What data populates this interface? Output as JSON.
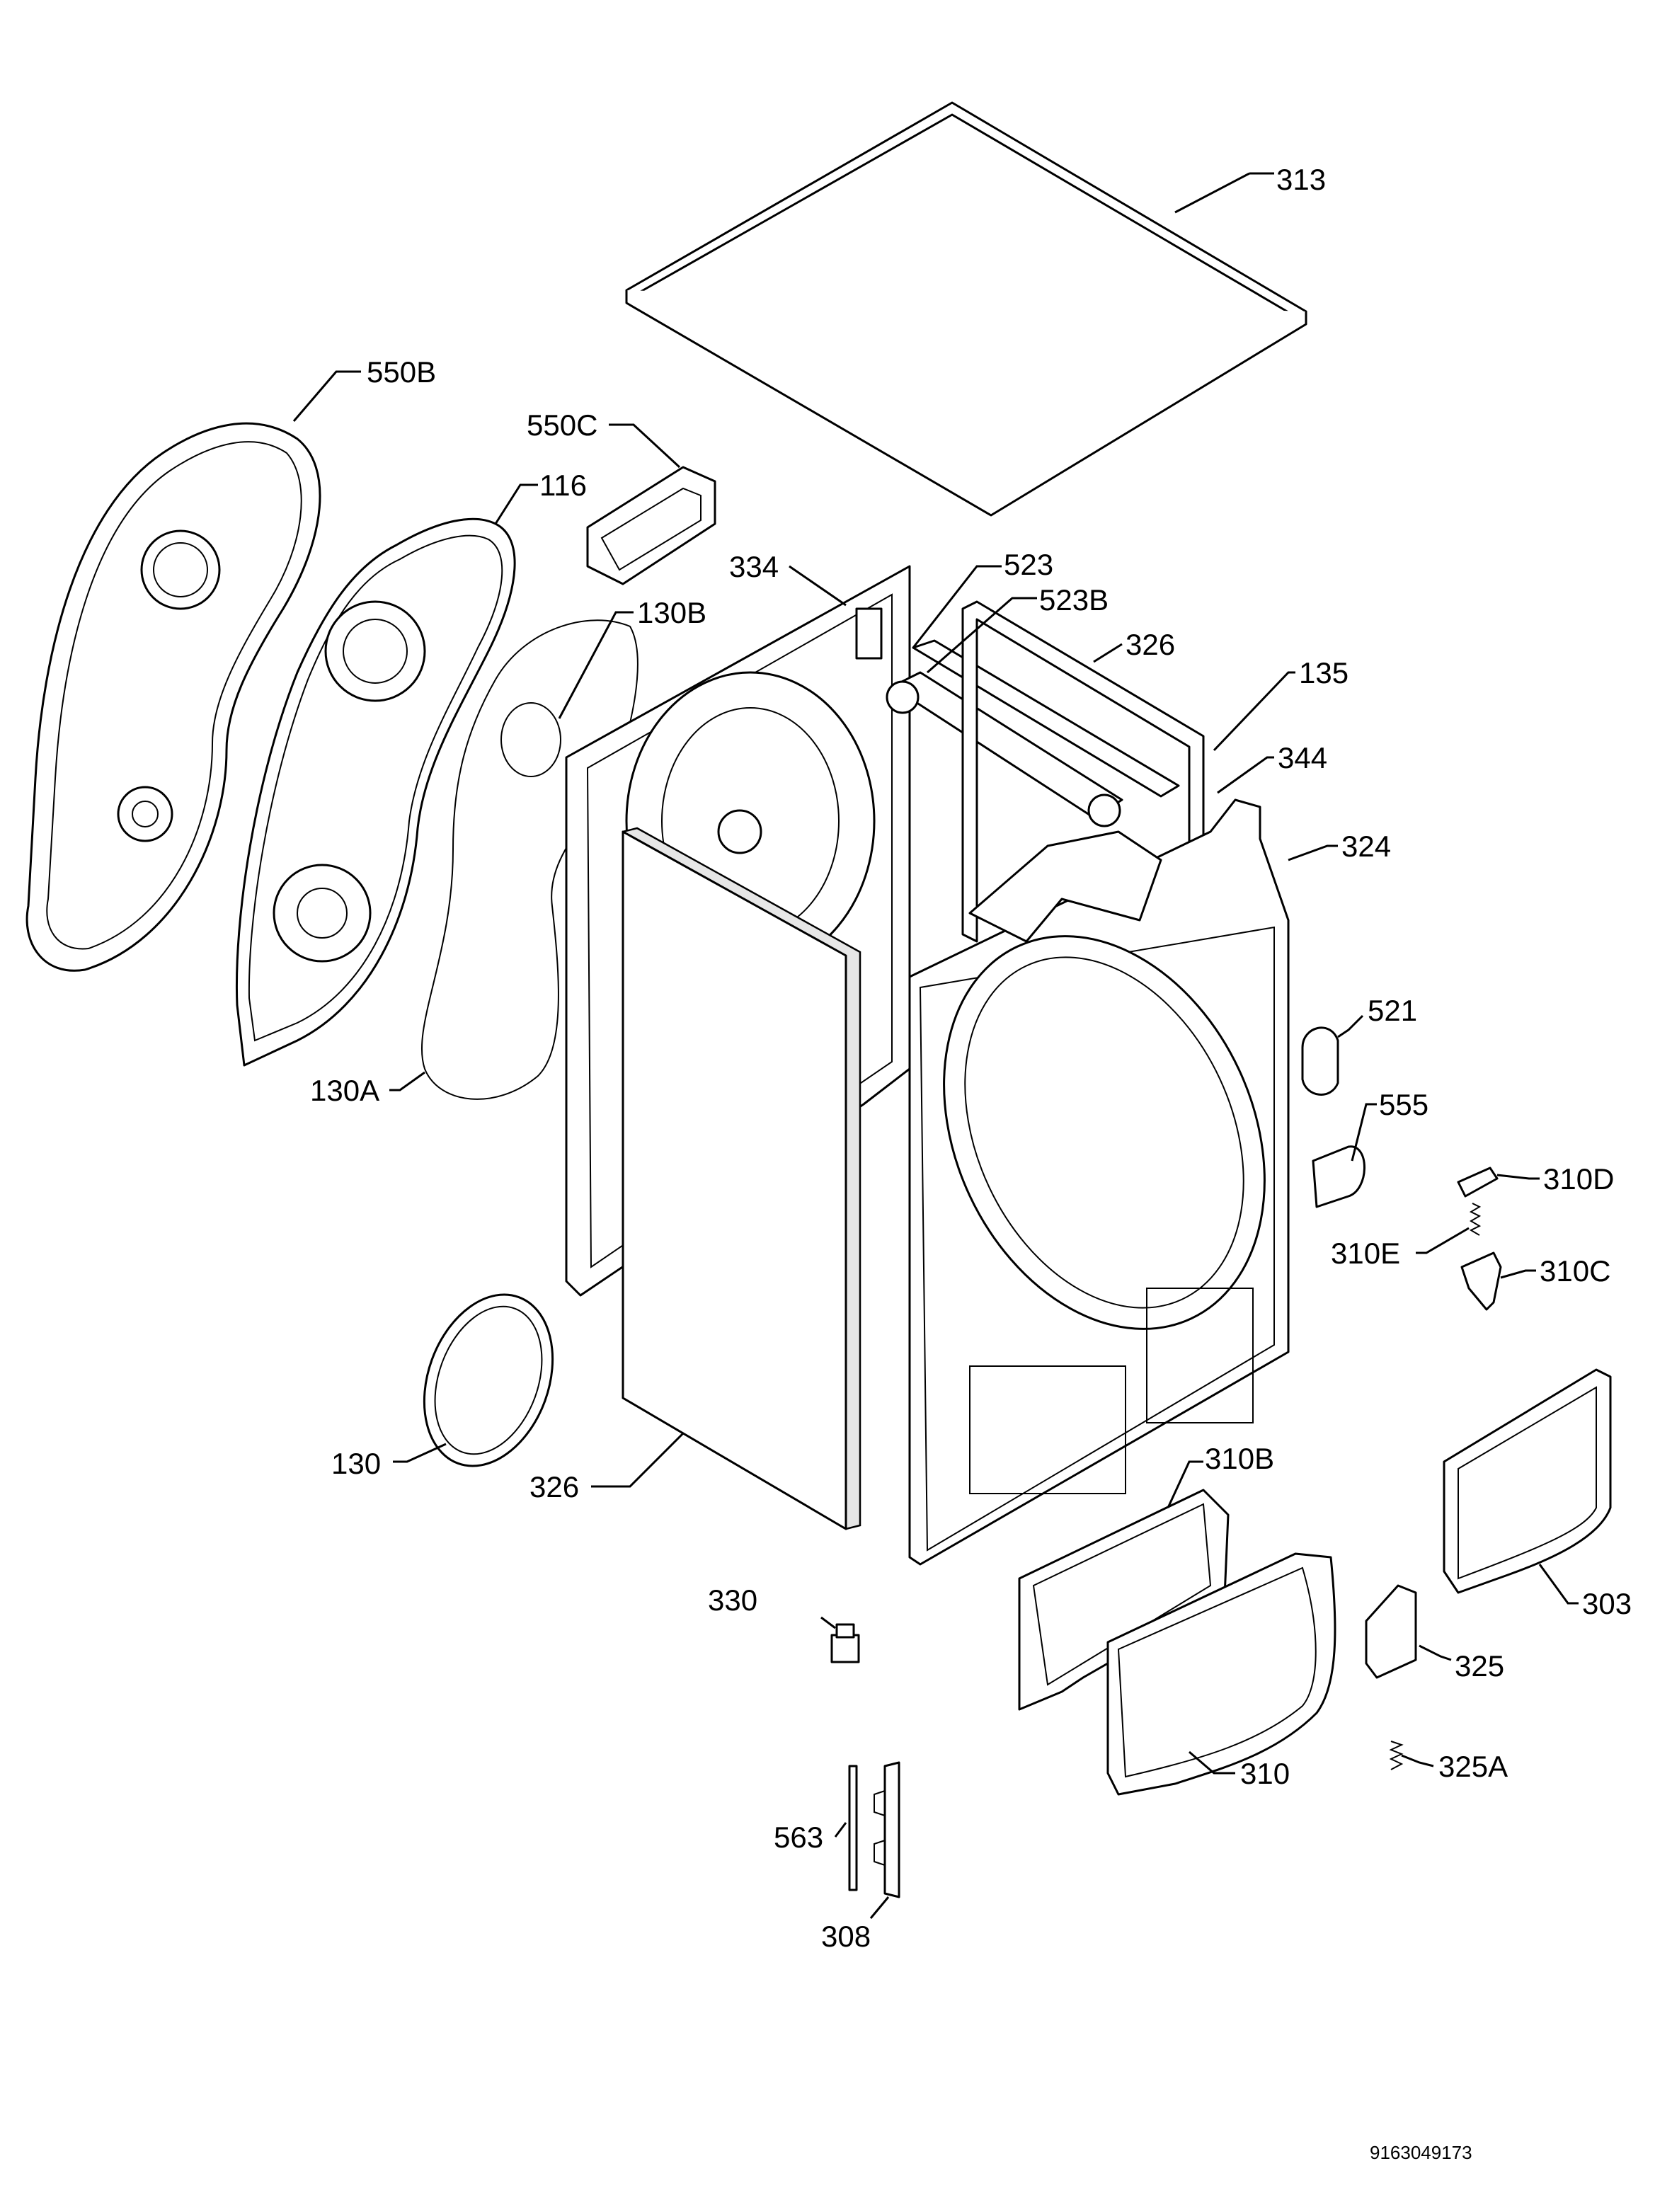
{
  "callouts": {
    "p313": "313",
    "p550B": "550B",
    "p550C": "550C",
    "p116": "116",
    "p334": "334",
    "p523": "523",
    "p523B": "523B",
    "p130B": "130B",
    "p326_top": "326",
    "p135": "135",
    "p344": "344",
    "p324": "324",
    "p521": "521",
    "p555": "555",
    "p310D": "310D",
    "p310E": "310E",
    "p310C": "310C",
    "p130A": "130A",
    "p130": "130",
    "p326_side": "326",
    "p310B": "310B",
    "p303": "303",
    "p330": "330",
    "p325": "325",
    "p325A": "325A",
    "p310": "310",
    "p563": "563",
    "p308": "308"
  },
  "document_number": "9163049173"
}
